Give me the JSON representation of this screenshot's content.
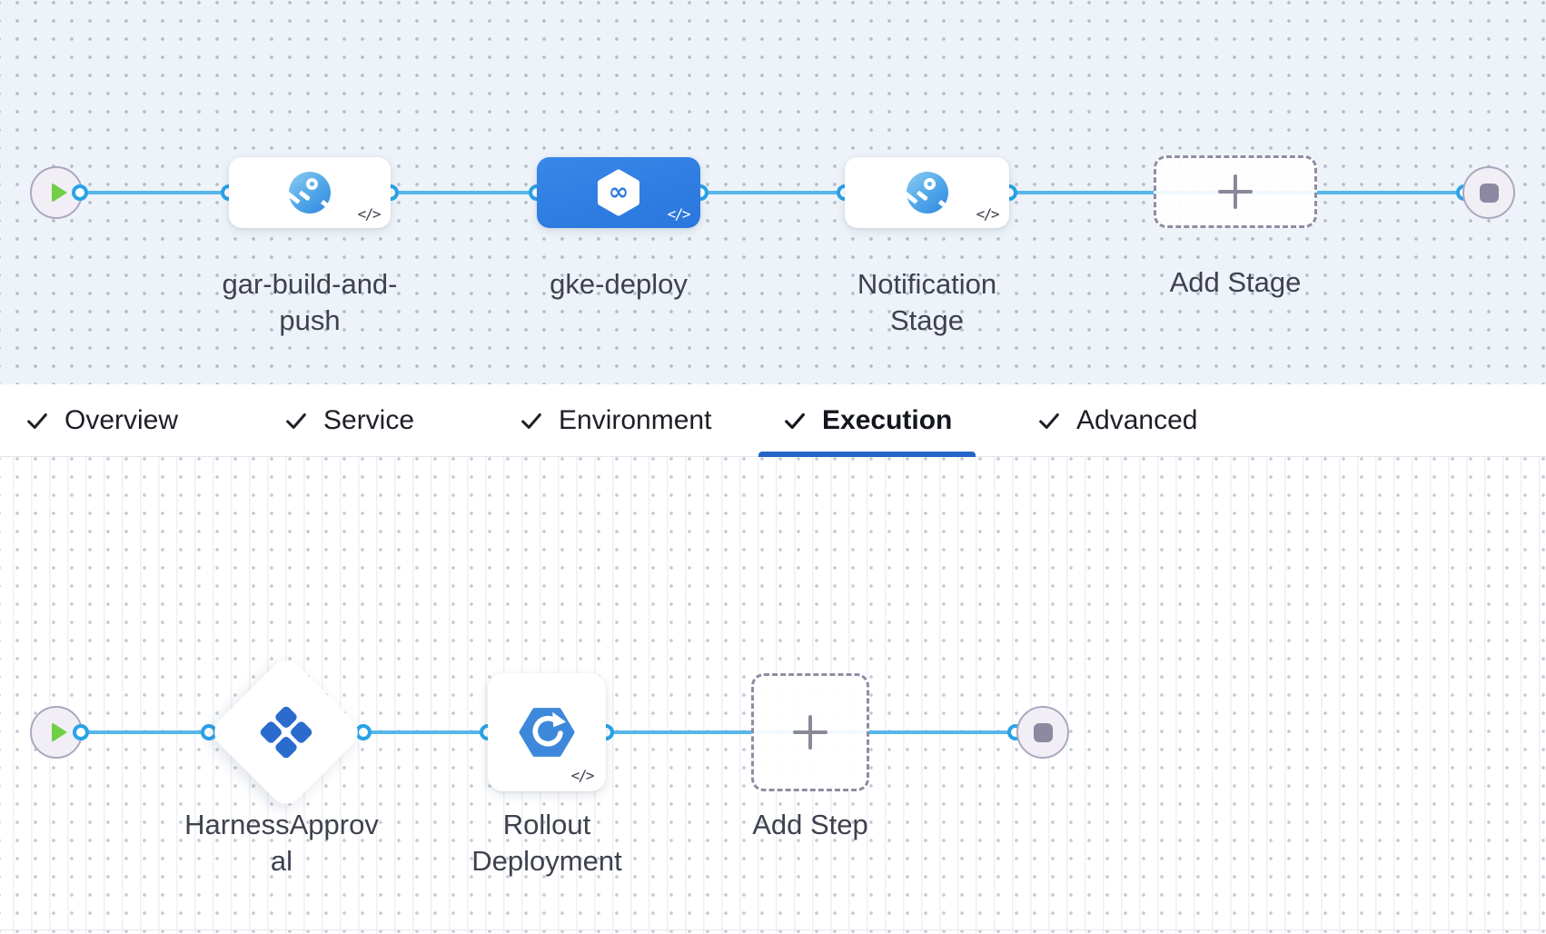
{
  "icons": {
    "code_glyph": "</>",
    "infinity_glyph": "∞"
  },
  "stage_canvas": {
    "stages": [
      {
        "label": "gar-build-and-push",
        "icon": "custom-stage-icon",
        "selected": false
      },
      {
        "label": "gke-deploy",
        "icon": "deploy-stage-icon",
        "selected": true
      },
      {
        "label": "Notification Stage",
        "icon": "custom-stage-icon",
        "selected": false
      }
    ],
    "add_stage_label": "Add Stage"
  },
  "tab_bar": {
    "tabs": [
      {
        "label": "Overview",
        "checked": true,
        "active": false
      },
      {
        "label": "Service",
        "checked": true,
        "active": false
      },
      {
        "label": "Environment",
        "checked": true,
        "active": false
      },
      {
        "label": "Execution",
        "checked": true,
        "active": true
      },
      {
        "label": "Advanced",
        "checked": true,
        "active": false
      }
    ]
  },
  "execution_canvas": {
    "steps": [
      {
        "label": "HarnessApproval",
        "icon": "approval-step-icon"
      },
      {
        "label": "Rollout Deployment",
        "icon": "rollout-deployment-icon"
      }
    ],
    "add_step_label": "Add Step"
  },
  "colors": {
    "accent_blue": "#2d7de1",
    "connector_blue": "#57b6ea",
    "active_tab_underline": "#2465c8",
    "success_green": "#70cf46"
  }
}
